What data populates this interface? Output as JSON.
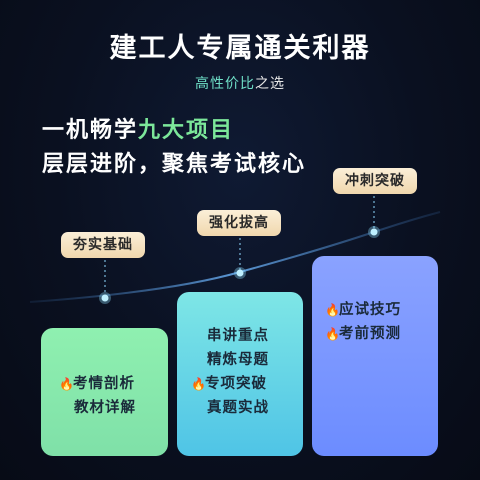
{
  "title": "建工人专属通关利器",
  "subtitle": {
    "highlight": "高性价比",
    "rest": "之选"
  },
  "headline": {
    "line1_prefix": "一机畅学",
    "line1_accent": "九大项目",
    "line2": "层层进阶，聚焦考试核心"
  },
  "stages": [
    {
      "label": "夯实基础"
    },
    {
      "label": "强化拔高"
    },
    {
      "label": "冲刺突破"
    }
  ],
  "cards": [
    {
      "items": [
        {
          "text": "考情剖析",
          "fire": true
        },
        {
          "text": "教材详解",
          "fire": false
        }
      ]
    },
    {
      "items": [
        {
          "text": "串讲重点",
          "fire": false
        },
        {
          "text": "精炼母题",
          "fire": false
        },
        {
          "text": "专项突破",
          "fire": true
        },
        {
          "text": "真题实战",
          "fire": false
        }
      ]
    },
    {
      "items": [
        {
          "text": "应试技巧",
          "fire": true
        },
        {
          "text": "考前预测",
          "fire": true
        }
      ]
    }
  ],
  "icons": {
    "fire": "fire-icon",
    "progress_node": "progress-node-icon"
  },
  "colors": {
    "background": "#0a1020",
    "accent_green": "#7ce79a",
    "subtitle_cyan": "#6fe0c8",
    "pill": "#f6e3c2",
    "card1": "#8ff0b0",
    "card2": "#5ed2e6",
    "card3": "#7a98ff",
    "node": "#8fe0ff"
  }
}
